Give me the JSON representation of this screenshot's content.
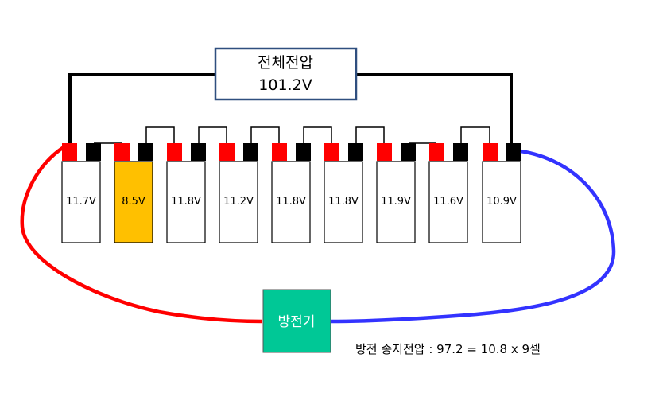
{
  "total_voltage": {
    "title": "전체전압",
    "value": "101.2V"
  },
  "cells": [
    {
      "voltage": "11.7V",
      "color": "#ffffff"
    },
    {
      "voltage": "8.5V",
      "color": "#ffc000"
    },
    {
      "voltage": "11.8V",
      "color": "#ffffff"
    },
    {
      "voltage": "11.2V",
      "color": "#ffffff"
    },
    {
      "voltage": "11.8V",
      "color": "#ffffff"
    },
    {
      "voltage": "11.8V",
      "color": "#ffffff"
    },
    {
      "voltage": "11.9V",
      "color": "#ffffff"
    },
    {
      "voltage": "11.6V",
      "color": "#ffffff"
    },
    {
      "voltage": "10.9V",
      "color": "#ffffff"
    }
  ],
  "discharger": {
    "label": "방전기",
    "color": "#00c896"
  },
  "note": "방전 종지전압 : 97.2 =  10.8 x 9셀",
  "colors": {
    "positive_wire": "#ff0000",
    "negative_wire": "#3333ff",
    "positive_terminal": "#ff0000",
    "negative_terminal": "#000000",
    "box_border": "#2f4f7f"
  }
}
